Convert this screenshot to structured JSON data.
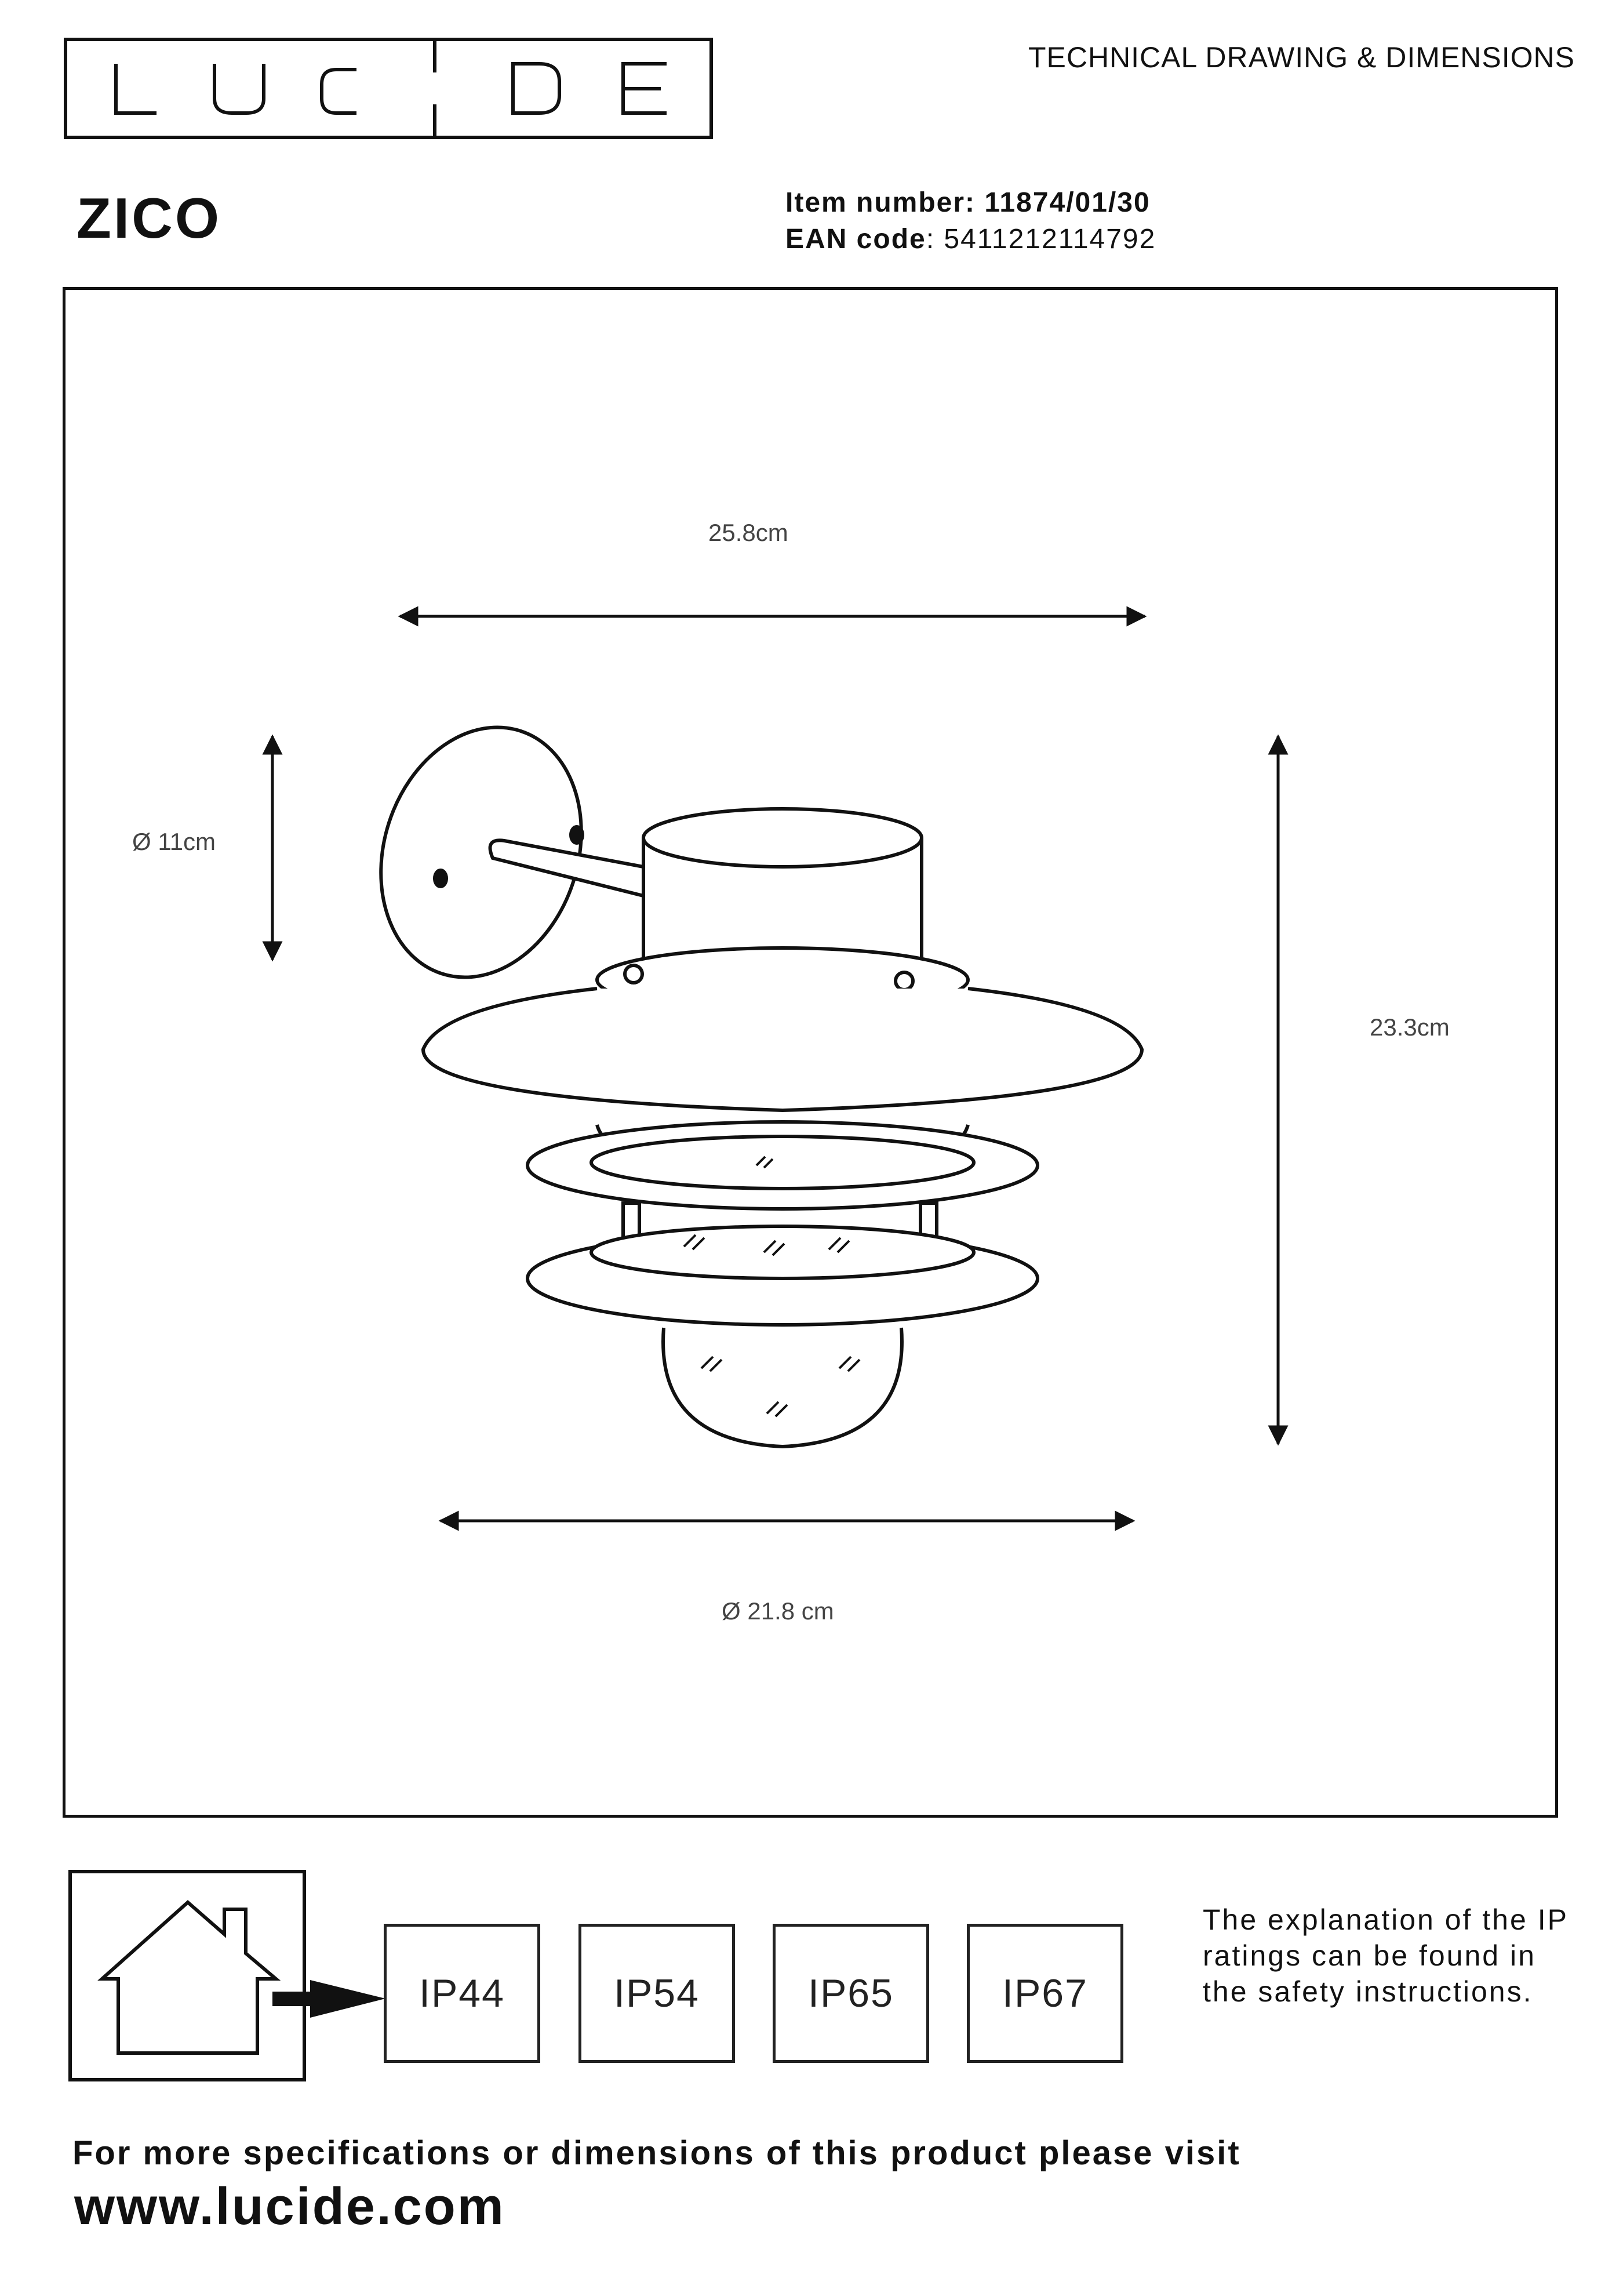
{
  "header": {
    "logo_text": "LUCIDE",
    "doc_type": "TECHNICAL DRAWING & DIMENSIONS"
  },
  "product": {
    "name": "ZICO",
    "item_label": "Item number:",
    "item_number": "11874/01/30",
    "ean_label": "EAN code",
    "ean_code": "5411212114792"
  },
  "dimensions": {
    "width_top": "25.8cm",
    "backplate": "Ø 11cm",
    "height": "23.3cm",
    "diameter": "Ø 21.8 cm"
  },
  "ip": {
    "ratings": [
      "IP44",
      "IP54",
      "IP65",
      "IP67"
    ],
    "note": "The explanation of the IP ratings can be found in the safety instructions."
  },
  "footer": {
    "text": "For more specifications or dimensions of this product please visit",
    "url": "www.lucide.com"
  }
}
